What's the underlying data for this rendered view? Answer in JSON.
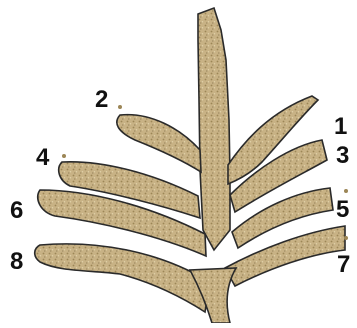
{
  "diagram": {
    "labels": [
      {
        "id": "label-1",
        "text": "1"
      },
      {
        "id": "label-2",
        "text": "2"
      },
      {
        "id": "label-3",
        "text": "3"
      },
      {
        "id": "label-4",
        "text": "4"
      },
      {
        "id": "label-5",
        "text": "5"
      },
      {
        "id": "label-6",
        "text": "6"
      },
      {
        "id": "label-7",
        "text": "7"
      },
      {
        "id": "label-8",
        "text": "8"
      }
    ],
    "colors": {
      "fill": "#c8b285",
      "fill_dark": "#a89060",
      "speckle": "#8c7a52",
      "outline": "#2a2a2a",
      "label": "#111111"
    },
    "icon": "leaf-shoot-icon"
  }
}
